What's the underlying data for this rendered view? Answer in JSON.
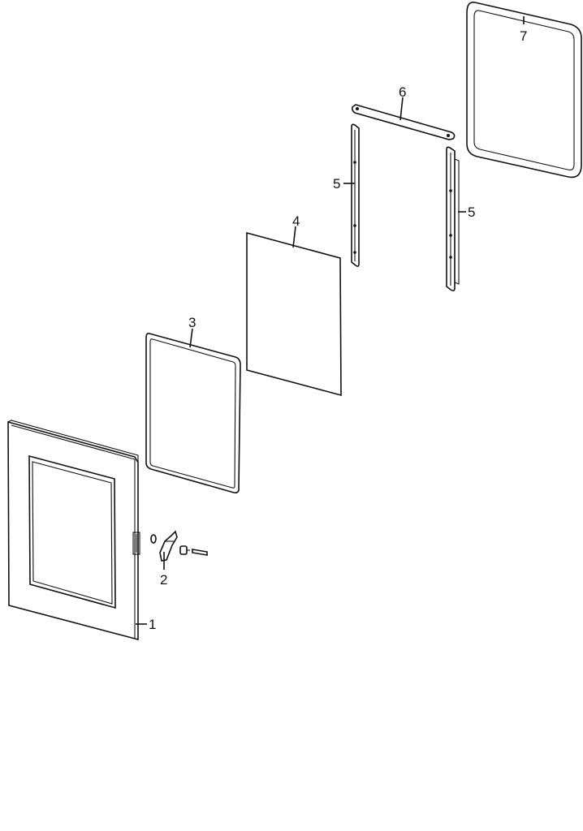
{
  "figure": {
    "background": "#ffffff",
    "line_color": "#111111"
  },
  "callouts": {
    "door_panel": "1",
    "hinge": "2",
    "gasket_frame": "3",
    "glass_pane": "4",
    "side_rail_left": "5",
    "side_rail_right": "5",
    "top_strip": "6",
    "outer_frame": "7"
  }
}
